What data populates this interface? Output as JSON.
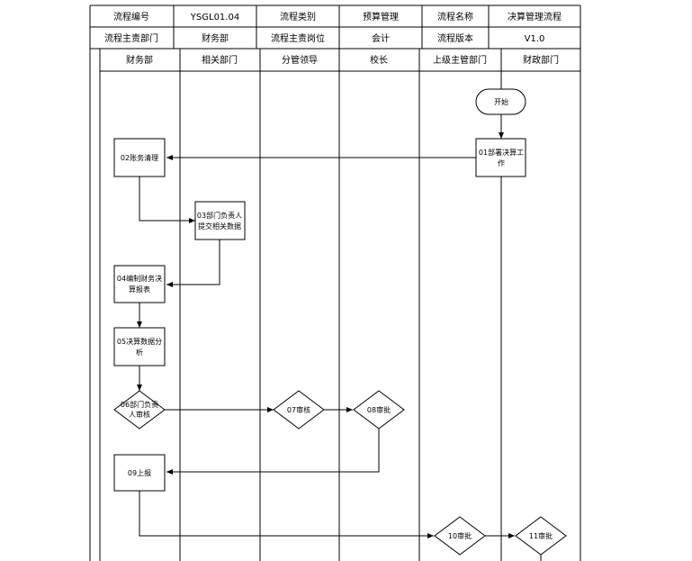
{
  "header": {
    "row1": [
      "流程编号",
      "YSGL01.04",
      "流程类别",
      "预算管理",
      "流程名称",
      "决算管理流程"
    ],
    "row2": [
      "流程主责部门",
      "财务部",
      "流程主责岗位",
      "会计",
      "流程版本",
      "V1.0"
    ]
  },
  "lanes": [
    "财务部",
    "相关部门",
    "分管领导",
    "校长",
    "上级主管部门",
    "财政部门"
  ],
  "nodes": {
    "start": {
      "lines": [
        "开始"
      ]
    },
    "n01": {
      "lines": [
        "01部署决算工",
        "作"
      ]
    },
    "n02": {
      "lines": [
        "02账务清理"
      ]
    },
    "n03": {
      "lines": [
        "03部门负责人",
        "提交相关数据"
      ]
    },
    "n04": {
      "lines": [
        "04编制财务决",
        "算报表"
      ]
    },
    "n05": {
      "lines": [
        "05决算数据分",
        "析"
      ]
    },
    "n06": {
      "lines": [
        "06部门负责",
        "人审核"
      ]
    },
    "n07": {
      "lines": [
        "07审核"
      ]
    },
    "n08": {
      "lines": [
        "08审批"
      ]
    },
    "n09": {
      "lines": [
        "09上报"
      ]
    },
    "n10": {
      "lines": [
        "10审批"
      ]
    },
    "n11": {
      "lines": [
        "11审批"
      ]
    }
  }
}
